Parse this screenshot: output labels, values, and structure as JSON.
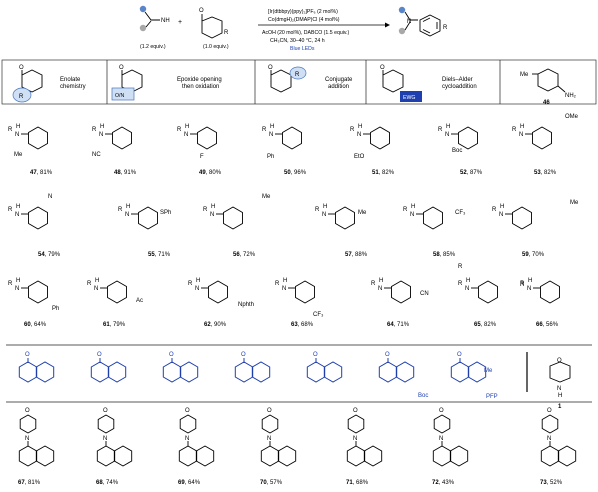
{
  "header": {
    "amine_equiv": "(1.2 equiv.)",
    "ketone_equiv": "(1.0 equiv.)",
    "cond1": "[Ir(dtbbpy)(ppy)₂]PF₆ (2 mol%)",
    "cond2": "Co(dmgH)₂(DMAP)Cl (4 mol%)",
    "cond3": "AcOH (20 mol%), DABCO (1.5 equiv.)",
    "cond4": "CH₃CN, 30–40 °C, 24 h",
    "cond5": "Blue LEDs",
    "NH": "NH",
    "R": "R",
    "O": "O"
  },
  "scope_box": {
    "items": [
      {
        "label1": "Enolate",
        "label2": "chemistry",
        "sub": "R"
      },
      {
        "label1": "Epoxide opening",
        "label2": "then oxidation",
        "sub": "O/N"
      },
      {
        "label1": "Conjugate",
        "label2": "addition",
        "sub": "R"
      },
      {
        "label1": "Diels–Alder",
        "label2": "cycloaddition",
        "sub": "EWG"
      },
      {
        "label1": "Me",
        "label2": "NH₂",
        "sub": "46"
      }
    ]
  },
  "row1": [
    {
      "num": "47",
      "yield": "81%",
      "sub": "Me"
    },
    {
      "num": "48",
      "yield": "91%",
      "sub": "NC"
    },
    {
      "num": "49",
      "yield": "80%",
      "sub": "F"
    },
    {
      "num": "50",
      "yield": "96%",
      "sub": "Ph"
    },
    {
      "num": "51",
      "yield": "82%",
      "sub": "EtO"
    },
    {
      "num": "52",
      "yield": "87%",
      "sub": "Boc"
    },
    {
      "num": "53",
      "yield": "82%",
      "sub": "OMe"
    }
  ],
  "row2": [
    {
      "num": "54",
      "yield": "79%",
      "sub": "N"
    },
    {
      "num": "55",
      "yield": "71%",
      "sub": "SPh"
    },
    {
      "num": "56",
      "yield": "72%",
      "sub": "Me"
    },
    {
      "num": "57",
      "yield": "88%",
      "sub": "Me"
    },
    {
      "num": "58",
      "yield": "85%",
      "sub": "CF₃"
    },
    {
      "num": "59",
      "yield": "70%",
      "sub": "Me"
    }
  ],
  "row3": [
    {
      "num": "60",
      "yield": "64%",
      "sub": "Ph"
    },
    {
      "num": "61",
      "yield": "79%",
      "sub": "Ac"
    },
    {
      "num": "62",
      "yield": "90%",
      "sub": "Nphth"
    },
    {
      "num": "63",
      "yield": "68%",
      "sub": "CF₃"
    },
    {
      "num": "64",
      "yield": "71%",
      "sub": "CN"
    },
    {
      "num": "65",
      "yield": "82%",
      "sub": "R"
    },
    {
      "num": "66",
      "yield": "56%",
      "sub": "R"
    }
  ],
  "row4": {
    "morpholine_num": "1",
    "labels": [
      "Me",
      "Boc",
      "PFP"
    ]
  },
  "row5": [
    {
      "num": "67",
      "yield": "81%"
    },
    {
      "num": "68",
      "yield": "74%"
    },
    {
      "num": "69",
      "yield": "64%"
    },
    {
      "num": "70",
      "yield": "57%"
    },
    {
      "num": "71",
      "yield": "68%"
    },
    {
      "num": "72",
      "yield": "43%"
    },
    {
      "num": "73",
      "yield": "52%"
    }
  ]
}
